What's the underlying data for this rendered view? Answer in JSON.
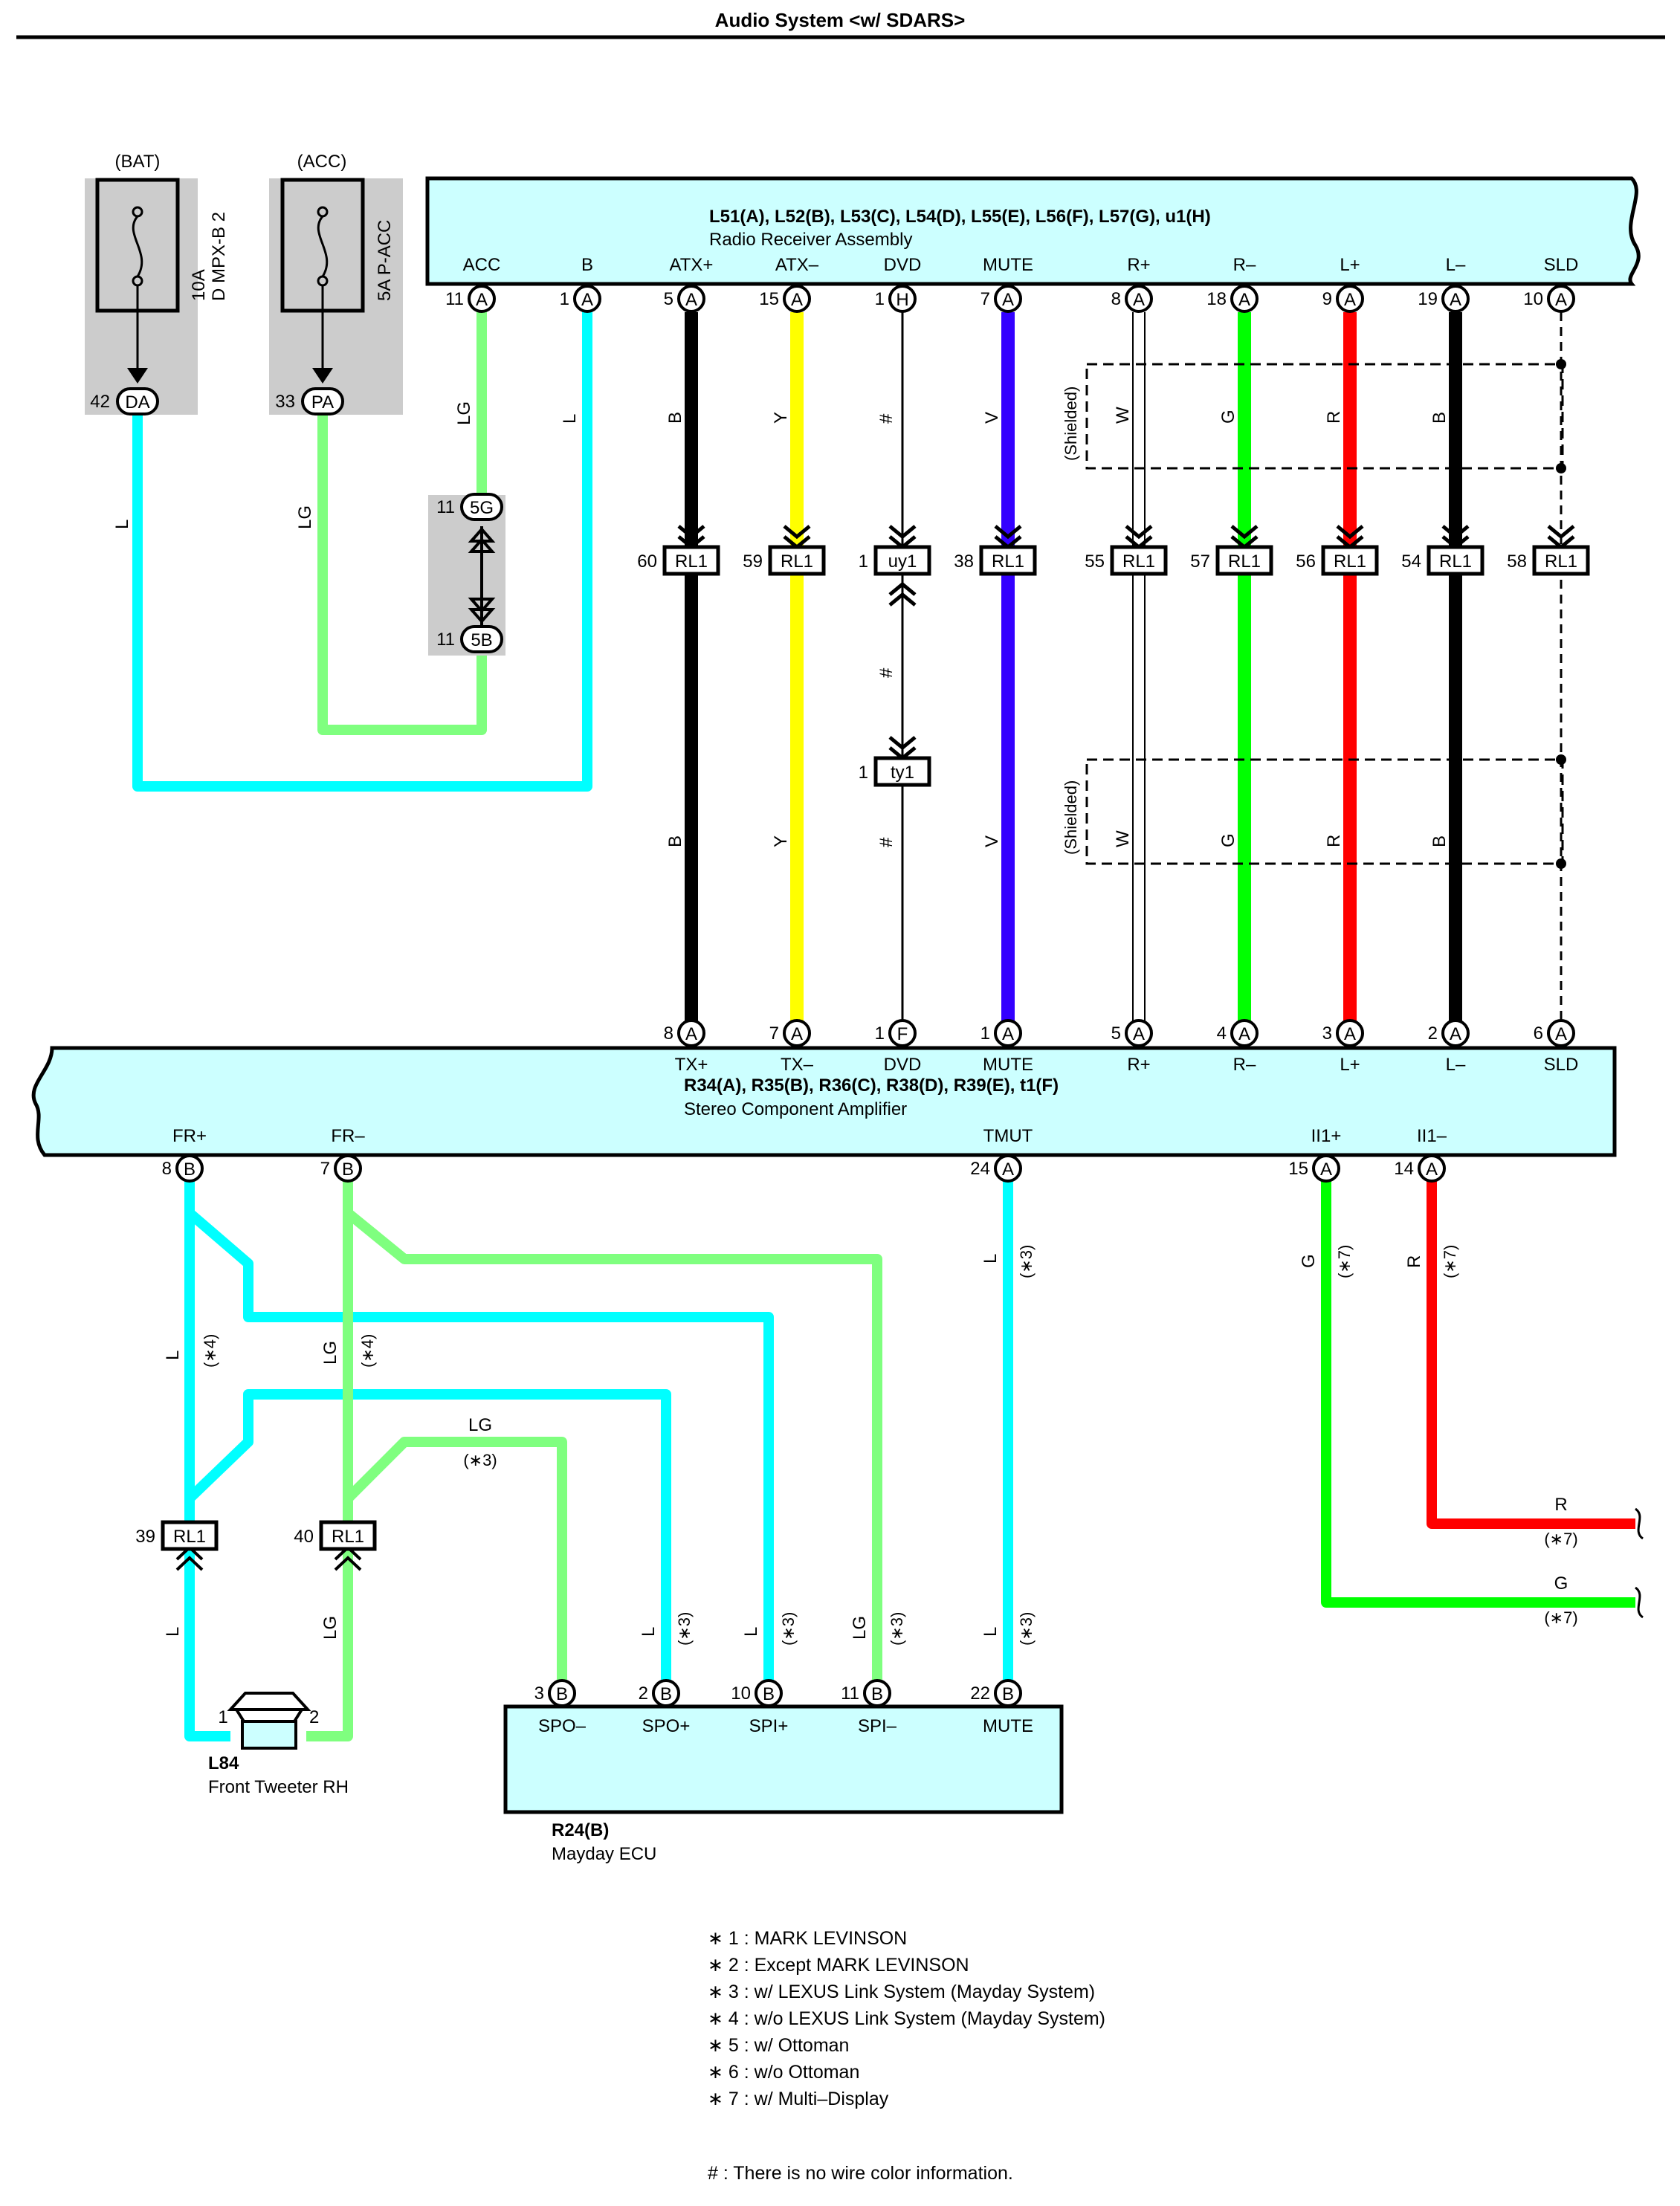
{
  "title": "Audio System <w/ SDARS>",
  "fuses": [
    {
      "supply": "(BAT)",
      "rating": "10A",
      "name": "D MPX-B 2",
      "pin": "42",
      "connector": "DA"
    },
    {
      "supply": "(ACC)",
      "rating": "5A",
      "name": "P-ACC",
      "pin": "33",
      "connector": "PA"
    }
  ],
  "junction": {
    "top_pin": "11",
    "top_conn": "5G",
    "bottom_pin": "11",
    "bottom_conn": "5B"
  },
  "radio": {
    "connectors": "L51(A), L52(B), L53(C), L54(D), L55(E), L56(F), L57(G), u1(H)",
    "name": "Radio Receiver Assembly",
    "terminals": [
      {
        "label": "ACC",
        "pin": "11",
        "conn": "A"
      },
      {
        "label": "B",
        "pin": "1",
        "conn": "A"
      },
      {
        "label": "ATX+",
        "pin": "5",
        "conn": "A"
      },
      {
        "label": "ATX–",
        "pin": "15",
        "conn": "A"
      },
      {
        "label": "DVD",
        "pin": "1",
        "conn": "H"
      },
      {
        "label": "MUTE",
        "pin": "7",
        "conn": "A"
      },
      {
        "label": "R+",
        "pin": "8",
        "conn": "A"
      },
      {
        "label": "R–",
        "pin": "18",
        "conn": "A"
      },
      {
        "label": "L+",
        "pin": "9",
        "conn": "A"
      },
      {
        "label": "L–",
        "pin": "19",
        "conn": "A"
      },
      {
        "label": "SLD",
        "pin": "10",
        "conn": "A"
      }
    ]
  },
  "mid_connectors": [
    {
      "pin": "60",
      "name": "RL1",
      "color": "B"
    },
    {
      "pin": "59",
      "name": "RL1",
      "color": "Y"
    },
    {
      "pin": "1",
      "name": "uy1",
      "color": "#"
    },
    {
      "pin": "38",
      "name": "RL1",
      "color": "V"
    },
    {
      "pin": "55",
      "name": "RL1",
      "color": "W"
    },
    {
      "pin": "57",
      "name": "RL1",
      "color": "G"
    },
    {
      "pin": "56",
      "name": "RL1",
      "color": "R"
    },
    {
      "pin": "54",
      "name": "RL1",
      "color": "B"
    },
    {
      "pin": "58",
      "name": "RL1",
      "color": ""
    }
  ],
  "ty1": {
    "pin": "1",
    "name": "ty1"
  },
  "shielded_label": "(Shielded)",
  "amp": {
    "connectors": "R34(A), R35(B), R36(C), R38(D), R39(E), t1(F)",
    "name": "Stereo Component Amplifier",
    "top_terminals": [
      {
        "label": "TX+",
        "pin": "8",
        "conn": "A"
      },
      {
        "label": "TX–",
        "pin": "7",
        "conn": "A"
      },
      {
        "label": "DVD",
        "pin": "1",
        "conn": "F"
      },
      {
        "label": "MUTE",
        "pin": "1",
        "conn": "A"
      },
      {
        "label": "R+",
        "pin": "5",
        "conn": "A"
      },
      {
        "label": "R–",
        "pin": "4",
        "conn": "A"
      },
      {
        "label": "L+",
        "pin": "3",
        "conn": "A"
      },
      {
        "label": "L–",
        "pin": "2",
        "conn": "A"
      },
      {
        "label": "SLD",
        "pin": "6",
        "conn": "A"
      }
    ],
    "bottom_terminals": [
      {
        "label": "FR+",
        "pin": "8",
        "conn": "B"
      },
      {
        "label": "FR–",
        "pin": "7",
        "conn": "B"
      },
      {
        "label": "TMUT",
        "pin": "24",
        "conn": "A"
      },
      {
        "label": "II1+",
        "pin": "15",
        "conn": "A"
      },
      {
        "label": "II1–",
        "pin": "14",
        "conn": "A"
      }
    ]
  },
  "tweeter": {
    "code": "L84",
    "name": "Front Tweeter RH",
    "pin1": "1",
    "pin2": "2"
  },
  "tweeter_connectors": [
    {
      "pin": "39",
      "name": "RL1"
    },
    {
      "pin": "40",
      "name": "RL1"
    }
  ],
  "mayday": {
    "code": "R24(B)",
    "name": "Mayday ECU",
    "terminals": [
      {
        "label": "SPO–",
        "pin": "3",
        "conn": "B"
      },
      {
        "label": "SPO+",
        "pin": "2",
        "conn": "B"
      },
      {
        "label": "SPI+",
        "pin": "10",
        "conn": "B"
      },
      {
        "label": "SPI–",
        "pin": "11",
        "conn": "B"
      },
      {
        "label": "MUTE",
        "pin": "22",
        "conn": "B"
      }
    ]
  },
  "wire_colors": {
    "L": "L",
    "LG": "LG",
    "G": "G",
    "R": "R",
    "W": "W",
    "V": "V",
    "Y": "Y",
    "B": "B",
    "hash": "#"
  },
  "markers": {
    "n3": "(∗3)",
    "n4": "(∗4)",
    "n7": "(∗7)"
  },
  "colors": {
    "cyan": "#00ffff",
    "light_green": "#7fff7f",
    "green": "#00ff00",
    "red": "#ff0000",
    "yellow": "#ffff00",
    "violet": "#3300ff",
    "black": "#000000",
    "box_fill": "#ccffff",
    "gray_fill": "#cccccc"
  },
  "notes": [
    "∗ 1 : MARK LEVINSON",
    "∗ 2 : Except MARK LEVINSON",
    "∗ 3 : w/ LEXUS Link System (Mayday System)",
    "∗ 4 : w/o LEXUS Link System (Mayday System)",
    "∗ 5 : w/ Ottoman",
    "∗ 6 : w/o Ottoman",
    "∗ 7 : w/ Multi–Display"
  ],
  "hash_note": "# : There is no wire color information."
}
